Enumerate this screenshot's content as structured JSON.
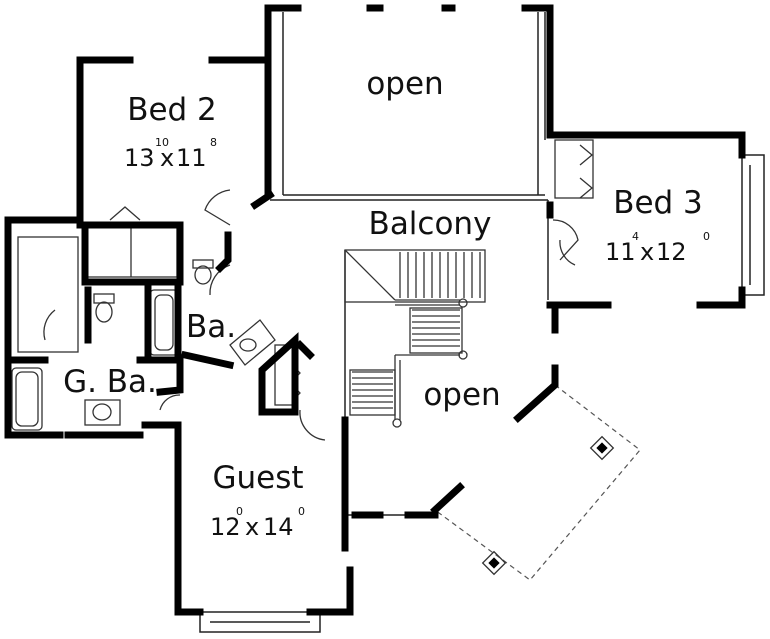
{
  "rooms": {
    "open_top": {
      "name": "open"
    },
    "bed2": {
      "name": "Bed 2",
      "w_ft": "13",
      "w_in": "10",
      "l_ft": "11",
      "l_in": "8",
      "sep": "x"
    },
    "balcony": {
      "name": "Balcony"
    },
    "bed3": {
      "name": "Bed 3",
      "w_ft": "11",
      "w_in": "4",
      "l_ft": "12",
      "l_in": "0",
      "sep": "x"
    },
    "bath": {
      "name": "Ba."
    },
    "guest_bath": {
      "name": "G. Ba."
    },
    "open_stair": {
      "name": "open"
    },
    "guest": {
      "name": "Guest",
      "w_ft": "12",
      "w_in": "0",
      "l_ft": "14",
      "l_in": "0",
      "sep": "x"
    }
  }
}
